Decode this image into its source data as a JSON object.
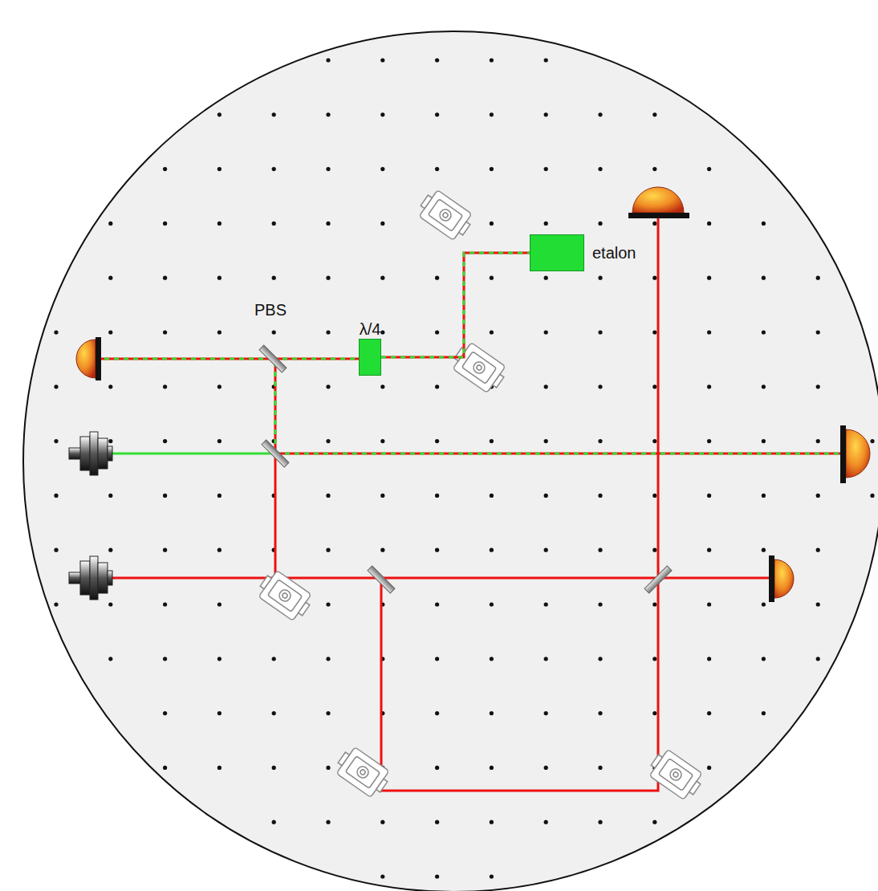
{
  "diagram": {
    "nodes": [
      {
        "text": [
          "λ/4"
        ]
      },
      {
        "text": [
          "etalon"
        ]
      }
    ],
    "edges": [
      {
        "from": 0,
        "to": 1,
        "arrow": "none"
      }
    ],
    "labels": [
      "PBS"
    ]
  }
}
